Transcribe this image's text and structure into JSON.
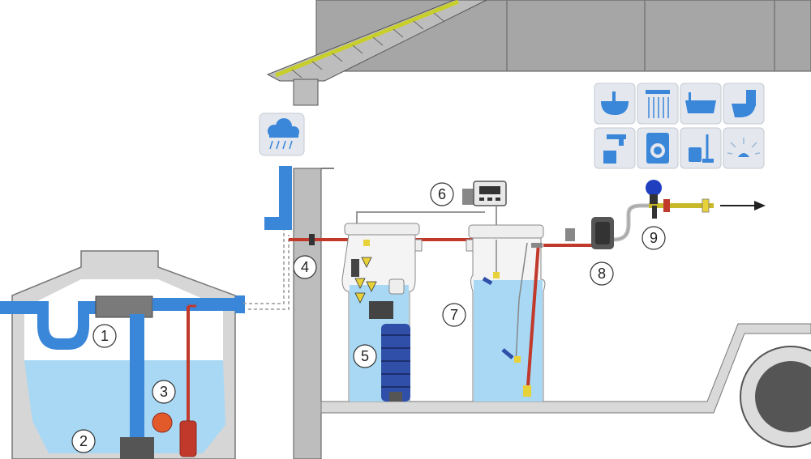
{
  "labels": {
    "l1": "1",
    "l2": "2",
    "l3": "3",
    "l4": "4",
    "l5": "5",
    "l6": "6",
    "l7": "7",
    "l8": "8",
    "l9": "9"
  },
  "icons": {
    "weather": "rain-cloud-icon",
    "uses": [
      "sink-icon",
      "shower-icon",
      "bathtub-icon",
      "toilet-icon",
      "tap-icon",
      "washing-machine-icon",
      "cleaning-bucket-icon",
      "garden-sprinkler-icon"
    ]
  },
  "colors": {
    "water": "#a8d8f4",
    "pipe": "#3a86d9",
    "ground": "#d9d9d9",
    "wall": "#a6a6a6",
    "roof_edge": "#c8cf2a",
    "hose": "#c0392b",
    "fitting": "#e8d23a",
    "pump": "#2f4fa8"
  }
}
